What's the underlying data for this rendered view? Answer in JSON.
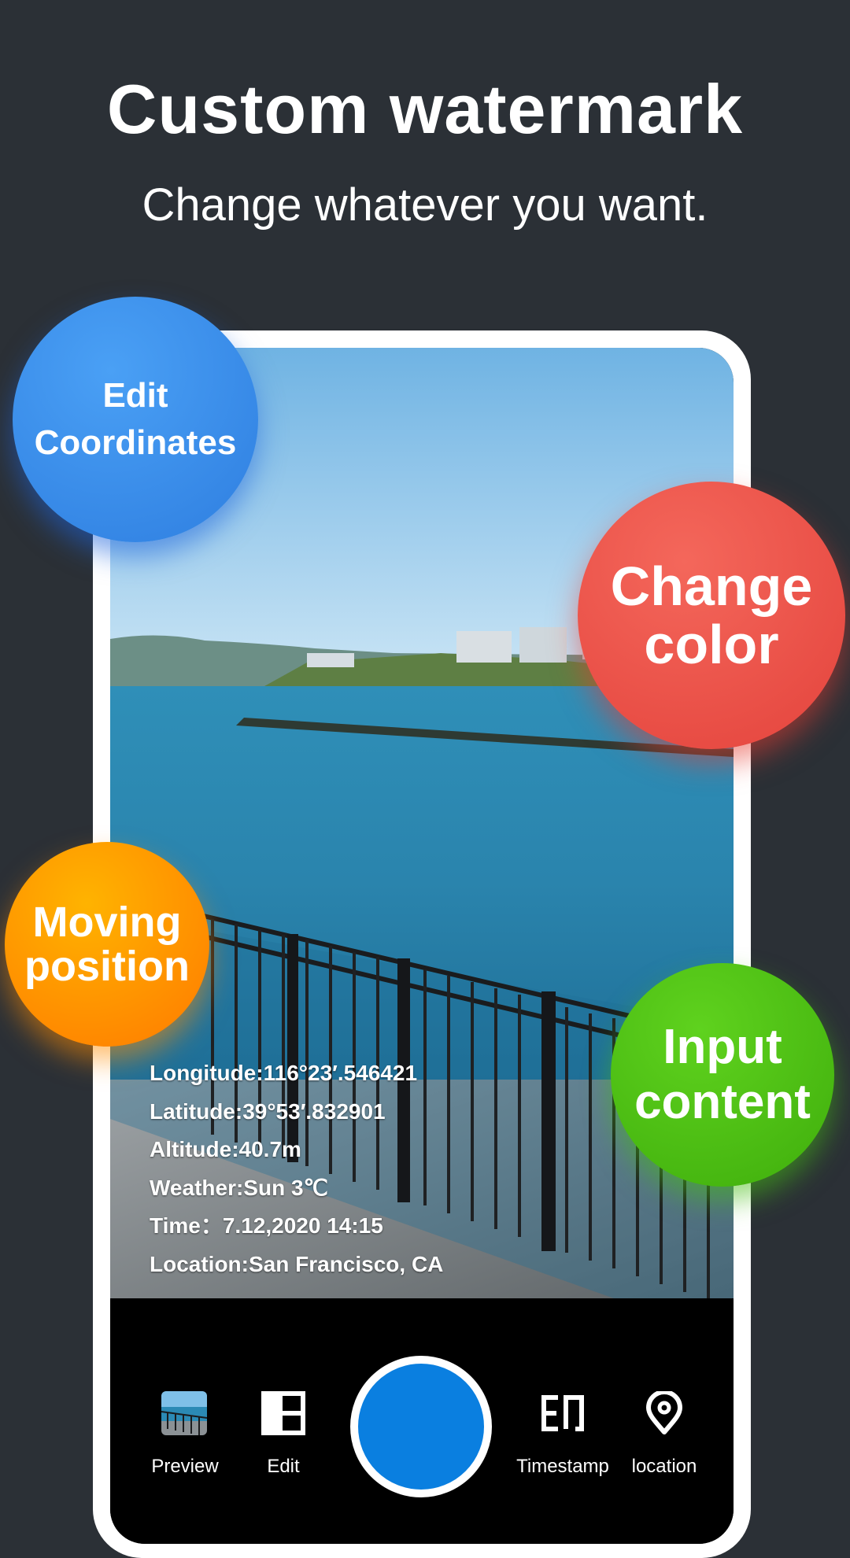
{
  "header": {
    "title": "Custom watermark",
    "subtitle": "Change whatever you want."
  },
  "features": {
    "edit_coordinates": [
      "Edit",
      "Coordinates"
    ],
    "change_color": [
      "Change",
      "color"
    ],
    "moving_position": [
      "Moving",
      "position"
    ],
    "input_content": [
      "Input",
      "content"
    ]
  },
  "watermark": {
    "longitude": "Longitude:116°23′.546421",
    "latitude": "Latitude:39°53′.832901",
    "altitude": "Altitude:40.7m",
    "weather": "Weather:Sun 3℃",
    "time": "Time：7.12,2020 14:15",
    "location": "Location:San Francisco, CA"
  },
  "toolbar": {
    "preview_label": "Preview",
    "edit_label": "Edit",
    "timestamp_label": "Timestamp",
    "location_label": "location",
    "preview_icon": "preview-thumbnail",
    "edit_icon": "layout-icon",
    "timestamp_icon": "timestamp-icon",
    "location_icon": "map-pin-icon"
  },
  "colors": {
    "background": "#2b3036",
    "shutter": "#0a7fe0",
    "bubble_blue": "#3a8ceb",
    "bubble_red": "#ea4f45",
    "bubble_orange": "#ff9500",
    "bubble_green": "#4cc014"
  }
}
